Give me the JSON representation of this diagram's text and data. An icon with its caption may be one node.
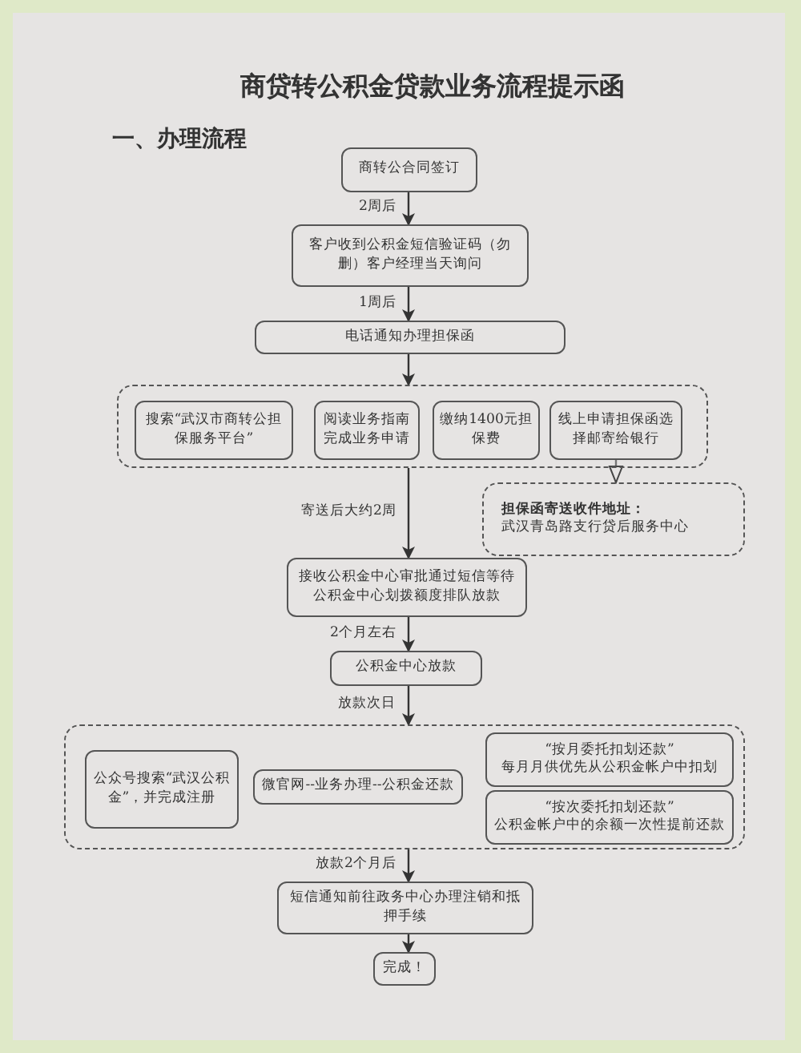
{
  "diagram": {
    "title": "商贷转公积金贷款业务流程提示函",
    "nodes": [
      {
        "text": [
          "商转公合同签订"
        ]
      },
      {
        "text": [
          "客户收到公积金短信验证码（勿删）客户经理当天询问"
        ]
      },
      {
        "text": [
          "电话通知办理担保函"
        ]
      },
      {
        "text": [],
        "shape": "box"
      },
      {
        "text": [
          "搜索“武汉市商转公担保服务平台”"
        ],
        "in": 3
      },
      {
        "text": [
          "阅读业务指南完成业务申请"
        ],
        "in": 3
      },
      {
        "text": [
          "缴纳1400元担保费"
        ],
        "in": 3
      },
      {
        "text": [
          "线上申请担保函选择邮寄给银行"
        ],
        "in": 3
      },
      {
        "text": [
          "担保函寄送收件地址：",
          "武汉青岛路支行贷后服务中心"
        ]
      },
      {
        "text": [
          "接收公积金中心审批通过短信等待公积金中心划拨额度排队放款"
        ]
      },
      {
        "text": [
          "公积金中心放款"
        ]
      },
      {
        "text": [],
        "shape": "box"
      },
      {
        "text": [
          "公众号搜索“武汉公积金”，并完成注册"
        ],
        "in": 11
      },
      {
        "text": [
          "微官网--业务办理--公积金还款"
        ],
        "in": 11
      },
      {
        "text": [
          "“按月委托扣划还款”",
          "每月月供优先从公积金帐户中扣划"
        ],
        "in": 11
      },
      {
        "text": [
          "“按次委托扣划还款”",
          "公积金帐户中的余额一次性提前还款"
        ],
        "in": 11
      },
      {
        "text": [
          "短信通知前往政务中心办理注销和抵押手续"
        ]
      },
      {
        "text": [
          "完成！"
        ]
      }
    ],
    "edges": [
      {
        "from": 0,
        "to": 1,
        "arrow": "to",
        "label": "2周后"
      },
      {
        "from": 1,
        "to": 2,
        "arrow": "to",
        "label": "1周后"
      },
      {
        "from": 2,
        "to": 3,
        "arrow": "to"
      },
      {
        "from": 7,
        "to": 8,
        "arrow": "to"
      },
      {
        "from": 3,
        "to": 9,
        "arrow": "to",
        "label": "寄送后大约2周"
      },
      {
        "from": 9,
        "to": 10,
        "arrow": "to",
        "label": "2个月左右"
      },
      {
        "from": 10,
        "to": 11,
        "arrow": "to",
        "label": "放款次日"
      },
      {
        "from": 11,
        "to": 16,
        "arrow": "to",
        "label": "放款2个月后"
      },
      {
        "from": 16,
        "to": 17,
        "arrow": "to"
      }
    ],
    "labels": [
      "一、办理流程"
    ]
  }
}
